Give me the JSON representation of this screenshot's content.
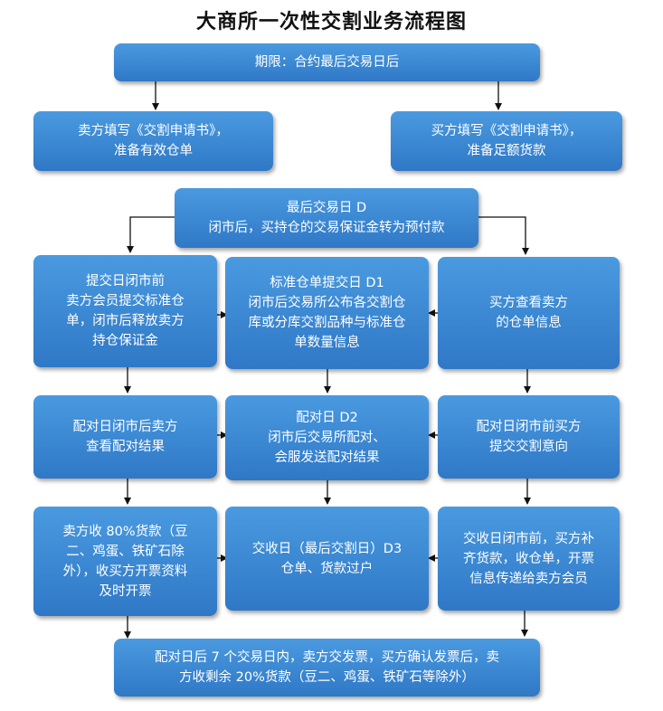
{
  "title": "大商所一次性交割业务流程图",
  "boxes": {
    "period": "期限：合约最后交易日后",
    "seller_fill": "卖方填写《交割申请书》，\n准备有效仓单",
    "buyer_fill": "买方填写《交割申请书》，\n准备足额货款",
    "last_trade_day": "最后交易日 D\n闭市后，买持仓的交易保证金转为预付款",
    "submit_day": "提交日闭市前\n卖方会员提交标准仓\n单，闭市后释放卖方\n持仓保证金",
    "std_warrant_day": "标准仓单提交日 D1\n闭市后交易所公布各交割仓\n库或分库交割品种与标准仓\n单数量信息",
    "buyer_view": "买方查看卖方\n的仓单信息",
    "seller_match": "配对日闭市后卖方\n查看配对结果",
    "match_day": "配对日 D2\n闭市后交易所配对、\n会服发送配对结果",
    "buyer_intent": "配对日闭市前买方\n提交交割意向",
    "seller_receive": "卖方收 80%货款（豆\n二、鸡蛋、铁矿石除\n外），收买方开票资料\n及时开票",
    "delivery_day": "交收日（最后交割日）D3\n仓单、货款过户",
    "buyer_pay": "交收日闭市前，买方补\n齐货款，收仓单，开票\n信息传递给卖方会员",
    "final": "配对日后 7 个交易日内，卖方交发票，买方确认发票后，卖\n方收剩余 20%货款（豆二、鸡蛋、铁矿石等除外）"
  },
  "colors": {
    "box_top": "#4a9ae0",
    "box_bottom": "#2f78c6",
    "text": "#ffffff",
    "arrow": "#111111"
  }
}
